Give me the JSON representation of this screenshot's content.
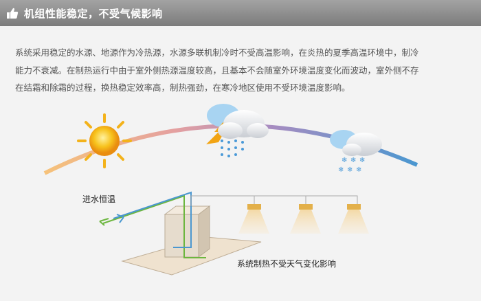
{
  "header": {
    "title": "机组性能稳定，不受气候影响",
    "icon": "thumbs-up-icon"
  },
  "description": {
    "lines": [
      "系统采用稳定的水源、地源作为冷热源，水源多联机制冷时不受高温影响，在炎热的夏季高温环境中，制冷",
      "能力不衰减。在制热运行中由于室外侧热源温度较高，且基本不会随室外环境温度变化而波动，室外侧不存",
      "在结霜和除霜的过程，换热稳定效率高，制热强劲，在寒冷地区使用不受环境温度影响。"
    ]
  },
  "illustration": {
    "inlet_label": "进水恒温",
    "caption": "系统制热不受天气变化影响"
  }
}
